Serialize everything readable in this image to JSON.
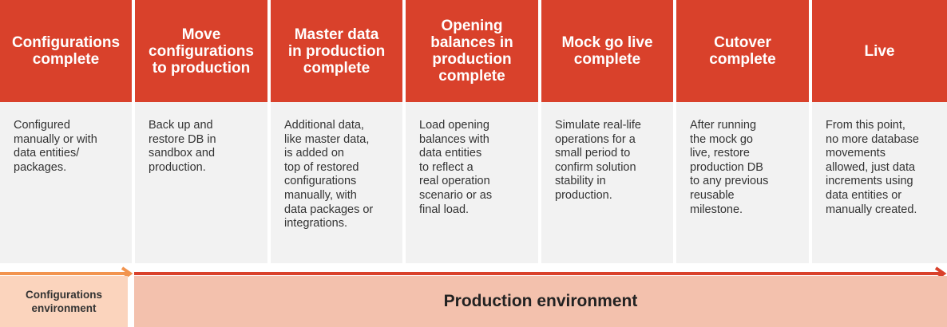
{
  "milestones": [
    {
      "title": "Configurations\ncomplete",
      "description": "Configured\nmanually or with\ndata entities/\npackages."
    },
    {
      "title": "Move\nconfigurations\nto production",
      "description": "Back up and\nrestore DB in\nsandbox and\nproduction."
    },
    {
      "title": "Master data\nin production\ncomplete",
      "description": "Additional data,\nlike master data,\nis added on\ntop of restored\nconfigurations\nmanually, with\ndata packages or\nintegrations."
    },
    {
      "title": "Opening\nbalances in\nproduction\ncomplete",
      "description": "Load opening\nbalances with\ndata entities\nto reflect a\nreal operation\nscenario or as\nfinal load."
    },
    {
      "title": "Mock go live\ncomplete",
      "description": "Simulate real-life\noperations for a\nsmall period to\nconfirm solution\nstability in\nproduction."
    },
    {
      "title": "Cutover\ncomplete",
      "description": "After running\nthe mock go\nlive, restore\nproduction DB\nto any previous\nreusable\nmilestone."
    },
    {
      "title": "Live",
      "description": "From this point,\nno more database\nmovements\nallowed, just data\nincrements using\ndata entities or\nmanually created."
    }
  ],
  "environments": {
    "configurations": "Configurations\nenvironment",
    "production": "Production environment"
  },
  "colors": {
    "header": "#d9412b",
    "config_arrow": "#f2944f",
    "prod_arrow": "#d9412b",
    "config_env": "#fbd4bd",
    "prod_env": "#f3c1ad"
  }
}
